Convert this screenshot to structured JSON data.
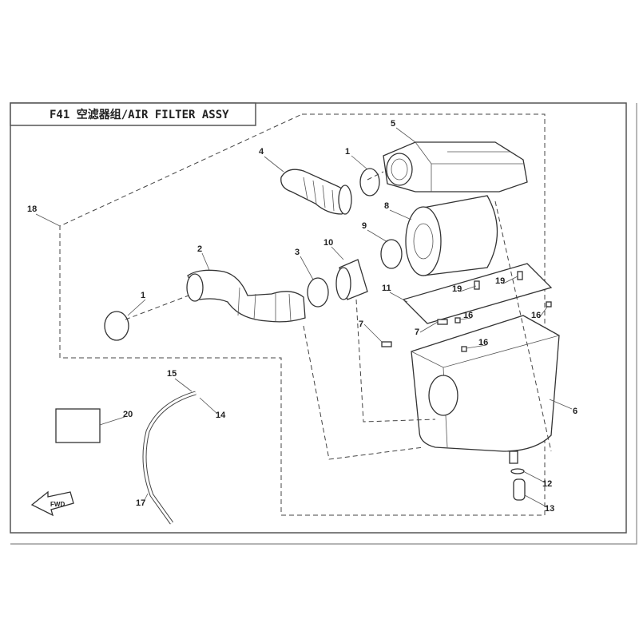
{
  "title": "F41  空滤器组/AIR FILTER ASSY",
  "fwd_label": "FWD",
  "callouts": [
    "1",
    "1",
    "2",
    "3",
    "4",
    "5",
    "6",
    "7",
    "7",
    "8",
    "9",
    "10",
    "11",
    "12",
    "13",
    "14",
    "15",
    "16",
    "16",
    "16",
    "17",
    "18",
    "19",
    "19",
    "20"
  ]
}
